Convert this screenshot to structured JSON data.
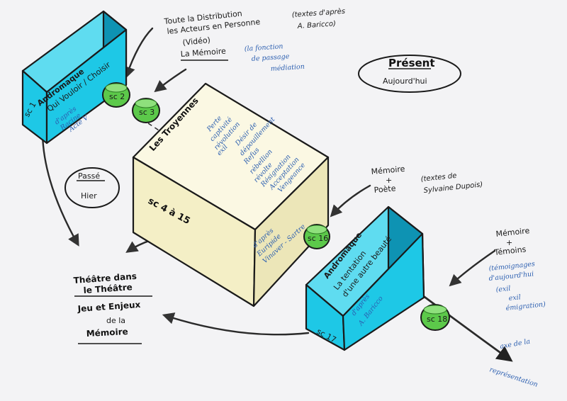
{
  "notes": {
    "distribution_l1": "Toute la Distribution",
    "distribution_l2": "les Acteurs en Personne",
    "distribution_l3": "(Vidéo)",
    "barico_l1": "(textes d'après",
    "barico_l2": "A. Baricco)",
    "memoire_top": "La Mémoire",
    "fonction_l1": "(la fonction",
    "fonction_l2": "de passage",
    "fonction_l3": "médiation",
    "present_title": "Présent",
    "present_sub": "Aujourd'hui",
    "passe_title": "Passé",
    "passe_sub": "Hier",
    "poete_l1": "Mémoire",
    "poete_l2": "+",
    "poete_l3": "Poète",
    "dupois_l1": "(textes de",
    "dupois_l2": "Sylvaine Dupois)",
    "temoins_l1": "Mémoire",
    "temoins_l2": "+",
    "temoins_l3": "Témoins",
    "temoignages_l1": "(témoignages",
    "temoignages_l2": "d'aujourd'hui",
    "temoignages_l3": "(exil",
    "temoignages_l4": "exil",
    "temoignages_l5": "émigration)",
    "theatre_l1": "Théâtre dans",
    "theatre_l2": "le Théâtre",
    "theatre_l3": "Jeu et Enjeux",
    "theatre_l4": "de la",
    "theatre_l5": "Mémoire",
    "axe_l1": "axe de la",
    "axe_l2": "représentation"
  },
  "boxes": {
    "left_l1": "Andromaque",
    "left_l2": "Qui Vouloir / Choisir",
    "left_l3": "d'après",
    "left_l4": "Racine",
    "left_l5": "Acte V",
    "left_num": "sc 1",
    "center_title": "Les Troyennes",
    "center_list_1": "Perte",
    "center_list_2": "captivité",
    "center_list_3": "révolution",
    "center_list_4": "exil",
    "center_list_5": "Désir de",
    "center_list_6": "dépouillement",
    "center_list_7": "Refus",
    "center_list_8": "rébellion",
    "center_list_9": "révolte",
    "center_list_10": "Résignation",
    "center_list_11": "Acceptation",
    "center_list_12": "Vengeance",
    "center_num": "sc 4 à 15",
    "center_after_l1": "d'après",
    "center_after_l2": "Euripide",
    "center_after_l3": "Vinaver - Sartre",
    "right_l1": "Andromaque",
    "right_l2": "La tentation",
    "right_l3": "d'une autre beauté",
    "right_l4": "d'après",
    "right_l5": "A. Baricco",
    "right_num": "sc 17"
  },
  "nodes": {
    "n2": "sc 2",
    "n3": "sc 3",
    "n16": "sc 16",
    "n18": "sc 18"
  },
  "colors": {
    "cyan": "#1ec8e6",
    "cyan_dark": "#0e93b3",
    "cream": "#f7f3d3",
    "cream_side": "#ece6b8",
    "green": "#5cc94a",
    "green_dark": "#2d7a24",
    "ink": "#1a1a1a",
    "blue_ink": "#2c5fb0"
  }
}
